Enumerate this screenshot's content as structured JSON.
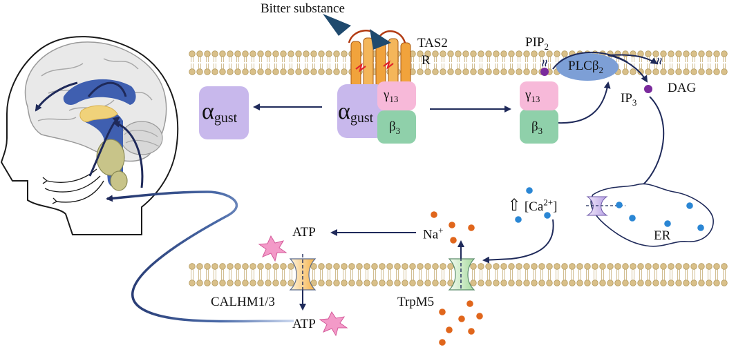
{
  "labels": {
    "bitter_substance": "Bitter substance",
    "tas2r_line1": "TAS2",
    "tas2r_line2": "R",
    "pip2_main": "PIP",
    "pip2_sub": "2",
    "plc_main": "PLCβ",
    "plc_sub": "2",
    "ip3_main": "IP",
    "ip3_sub": "3",
    "dag": "DAG",
    "alpha_symbol": "α",
    "alpha_sub": "gust",
    "gamma_main": "γ",
    "gamma_sub": "13",
    "beta_main": "β",
    "beta_sub": "3",
    "ca_arrow": "⇧",
    "ca_open": "[Ca",
    "ca_sup": "2+",
    "ca_close": "]",
    "er": "ER",
    "na_main": "Na",
    "na_sup": "+",
    "atp": "ATP",
    "calhm": "CALHM1/3",
    "trpm5": "TrpM5"
  },
  "colors": {
    "alpha": "#c8b8ec",
    "gamma": "#f7b9d9",
    "beta": "#8fd0aa",
    "plc": "#7d9fd6",
    "arrow": "#1f2a5a",
    "lipid_head": "#d9c08a",
    "ion_blue": "#2a86d4",
    "ion_orange": "#e0661c",
    "receptor": "#f1a33c",
    "brain_blue": "#3155a6",
    "brain_yellow": "#f0d27a"
  }
}
